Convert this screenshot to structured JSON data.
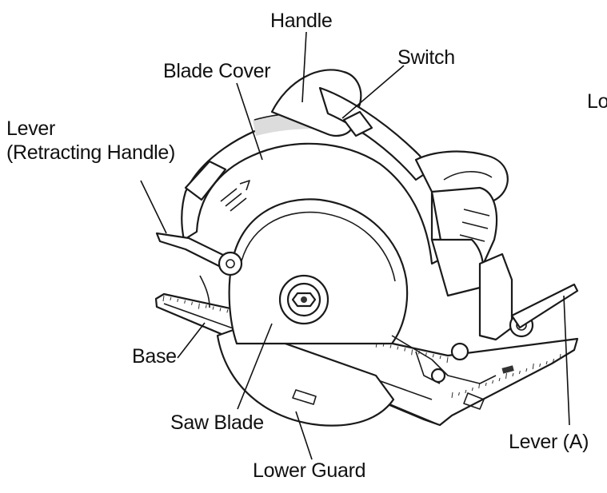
{
  "labels": {
    "handle": "Handle",
    "switch": "Switch",
    "blade_cover": "Blade Cover",
    "lever_line1": "Lever",
    "lever_line2": "(Retracting Handle)",
    "lo_partial": "Lo",
    "base": "Base",
    "saw_blade": "Saw Blade",
    "lower_guard": "Lower Guard",
    "lever_a": "Lever (A)"
  }
}
